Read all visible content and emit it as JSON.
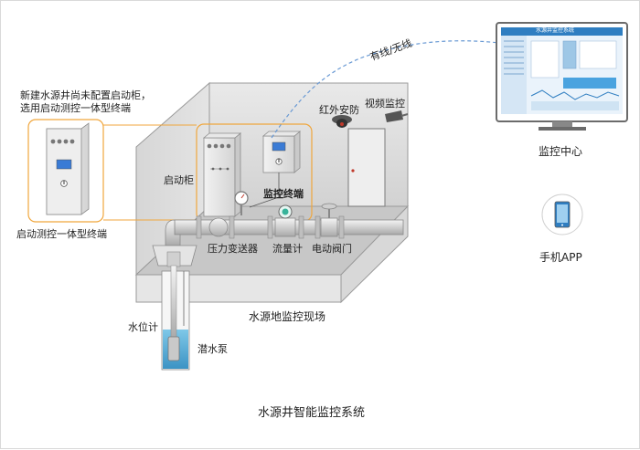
{
  "labels": {
    "note_line1": "新建水源井尚未配置启动柜，",
    "note_line2": "选用启动测控一体型终端",
    "integrated_terminal": "启动测控一体型终端",
    "starter_cabinet": "启动柜",
    "monitor_terminal": "监控终端",
    "pressure_transmitter": "压力变送器",
    "flow_meter": "流量计",
    "electric_valve": "电动阀门",
    "infrared_security": "红外安防",
    "video_monitor": "视频监控",
    "wired_wireless": "有线/无线",
    "monitor_center": "监控中心",
    "mobile_app": "手机APP",
    "site": "水源地监控现场",
    "water_level_meter": "水位计",
    "submersible_pump": "潜水泵",
    "system_title": "水源井智能监控系统"
  },
  "screen": {
    "header_title": "水源井监控系统"
  }
}
